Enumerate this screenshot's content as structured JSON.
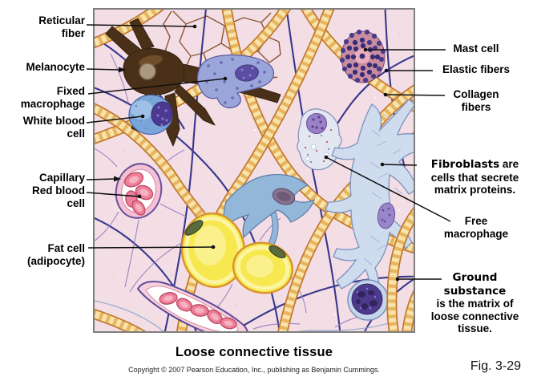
{
  "figure": {
    "caption": "Loose connective tissue",
    "copyright": "Copyright © 2007 Pearson Education, Inc., publishing as Benjamin Cummings.",
    "figure_number": "Fig. 3-29"
  },
  "labels": {
    "left": [
      {
        "id": "reticular-fiber",
        "text": "Reticular\nfiber"
      },
      {
        "id": "melanocyte",
        "text": "Melanocyte"
      },
      {
        "id": "fixed-macrophage",
        "text": "Fixed\nmacrophage"
      },
      {
        "id": "white-blood-cell",
        "text": "White blood\ncell"
      },
      {
        "id": "capillary",
        "text": "Capillary"
      },
      {
        "id": "red-blood-cell",
        "text": "Red blood\ncell"
      },
      {
        "id": "fat-cell",
        "text": "Fat cell\n(adipocyte)"
      }
    ],
    "right": [
      {
        "id": "mast-cell",
        "text": "Mast cell"
      },
      {
        "id": "elastic-fibers",
        "text": "Elastic fibers"
      },
      {
        "id": "collagen-fibers",
        "text": "Collagen\nfibers"
      },
      {
        "id": "fibroblasts",
        "strong": "Fibroblasts",
        "rest": " are\ncells that secrete\nmatrix proteins."
      },
      {
        "id": "free-macrophage",
        "text": "Free\nmacrophage"
      },
      {
        "id": "ground-substance",
        "strong": "Ground\nsubstance",
        "rest": "\nis the matrix of\nloose connective\ntissue."
      }
    ]
  },
  "colors": {
    "matrix_background": "#f4dee6",
    "collagen_fiber": "#f8e3ab",
    "collagen_outline": "#c1772e",
    "elastic_fiber": "#37378c",
    "reticular_fiber": "#8a5732",
    "melanocyte": "#4a3018",
    "fat_cell": "#f6e84e",
    "red_blood_cell": "#ee8099",
    "mast_granules": "#382c76",
    "white_blood_cell": "#79a5d9",
    "fibroblast": "#cfdcee",
    "frame_border": "#7e7e7e"
  }
}
